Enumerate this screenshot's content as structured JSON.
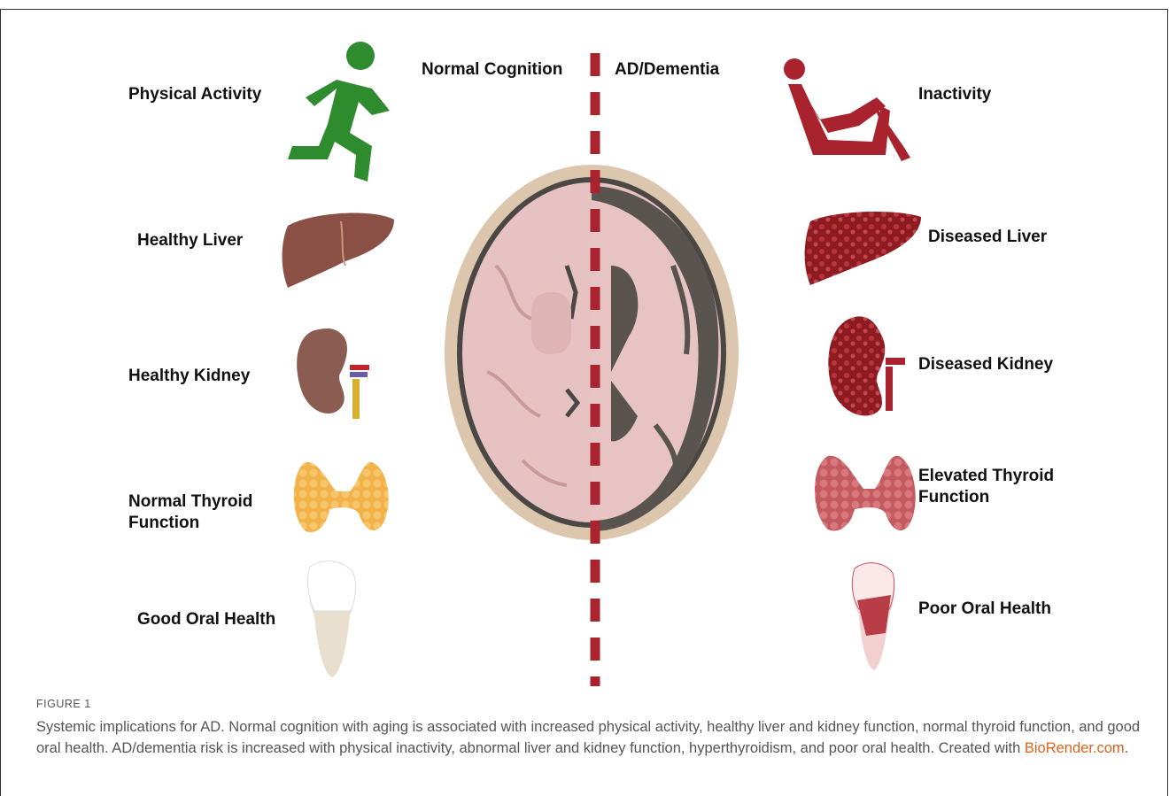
{
  "figure_label": "FIGURE 1",
  "caption": {
    "text": "Systemic implications for AD. Normal cognition with aging is associated with increased physical activity, healthy liver and kidney function, normal thyroid function, and good oral health. AD/dementia risk is increased with physical inactivity, abnormal liver and kidney function, hyperthyroidism, and poor oral health. Created with ",
    "link_text": "BioRender.com",
    "end": "."
  },
  "headers": {
    "left": "Normal Cognition",
    "right": "AD/Dementia"
  },
  "left_items": [
    {
      "label": "Physical Activity",
      "icon": "running-person-icon"
    },
    {
      "label": "Healthy Liver",
      "icon": "healthy-liver-icon"
    },
    {
      "label": "Healthy Kidney",
      "icon": "healthy-kidney-icon"
    },
    {
      "label": "Normal Thyroid\nFunction",
      "icon": "normal-thyroid-icon"
    },
    {
      "label": "Good Oral Health",
      "icon": "healthy-tooth-icon"
    }
  ],
  "right_items": [
    {
      "label": "Inactivity",
      "icon": "reclining-chair-person-icon"
    },
    {
      "label": "Diseased Liver",
      "icon": "diseased-liver-icon"
    },
    {
      "label": "Diseased Kidney",
      "icon": "diseased-kidney-icon"
    },
    {
      "label": "Elevated Thyroid\nFunction",
      "icon": "elevated-thyroid-icon"
    },
    {
      "label": "Poor Oral Health",
      "icon": "decayed-tooth-icon"
    }
  ],
  "colors": {
    "active_green": "#2e8b2e",
    "disease_red": "#a8232e",
    "divider": "#a8232e",
    "caption_text": "#555555",
    "link": "#e0621a"
  }
}
